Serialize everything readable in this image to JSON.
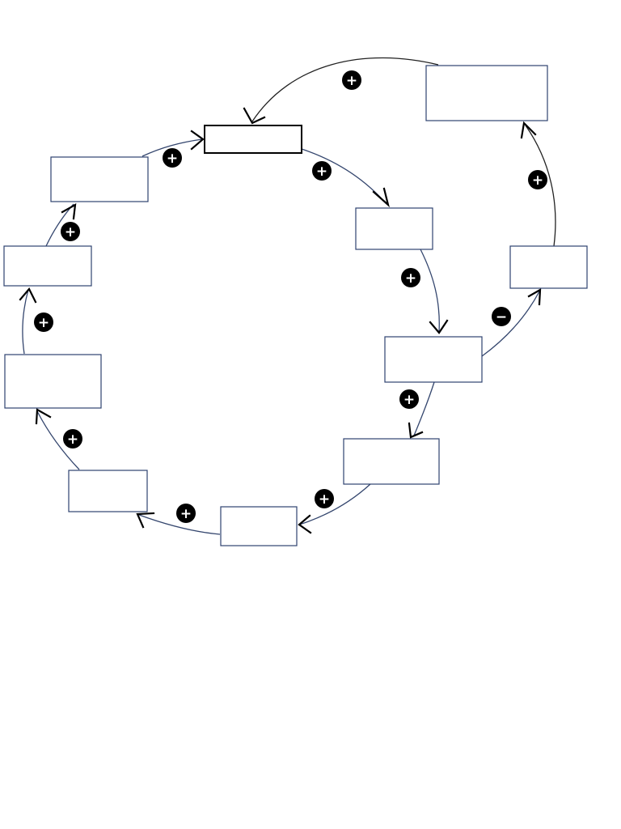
{
  "diagram": {
    "type": "feedback-cycle",
    "boxes": [
      {
        "id": "top",
        "label": ""
      },
      {
        "id": "upper-right",
        "label": ""
      },
      {
        "id": "right-1",
        "label": ""
      },
      {
        "id": "right-2",
        "label": ""
      },
      {
        "id": "right-3",
        "label": ""
      },
      {
        "id": "far-right",
        "label": ""
      },
      {
        "id": "bottom-right",
        "label": ""
      },
      {
        "id": "bottom-center",
        "label": ""
      },
      {
        "id": "bottom-left",
        "label": ""
      },
      {
        "id": "left-1",
        "label": ""
      },
      {
        "id": "left-2",
        "label": ""
      },
      {
        "id": "left-3",
        "label": ""
      }
    ],
    "edges": [
      {
        "from": "upper-right",
        "to": "top",
        "sign": "+"
      },
      {
        "from": "top",
        "to": "right-1",
        "sign": "+"
      },
      {
        "from": "right-1",
        "to": "right-2",
        "sign": "+"
      },
      {
        "from": "right-2",
        "to": "far-right",
        "sign": "−"
      },
      {
        "from": "far-right",
        "to": "upper-right",
        "sign": "+"
      },
      {
        "from": "right-2",
        "to": "bottom-right",
        "sign": "+"
      },
      {
        "from": "bottom-right",
        "to": "bottom-center",
        "sign": "+"
      },
      {
        "from": "bottom-center",
        "to": "bottom-left",
        "sign": "+"
      },
      {
        "from": "bottom-left",
        "to": "left-1",
        "sign": "+"
      },
      {
        "from": "left-1",
        "to": "left-2",
        "sign": "+"
      },
      {
        "from": "left-2",
        "to": "left-3",
        "sign": "+"
      },
      {
        "from": "left-3",
        "to": "top",
        "sign": "+"
      }
    ]
  }
}
